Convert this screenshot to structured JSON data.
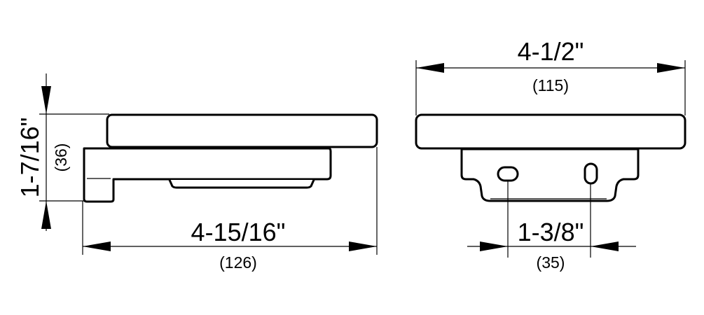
{
  "side_view": {
    "height_inch": "1-7/16\"",
    "height_mm": "(36)",
    "width_inch": "4-15/16\"",
    "width_mm": "(126)"
  },
  "front_view": {
    "width_inch": "4-1/2\"",
    "width_mm": "(115)",
    "hole_spacing_inch": "1-3/8\"",
    "hole_spacing_mm": "(35)"
  }
}
